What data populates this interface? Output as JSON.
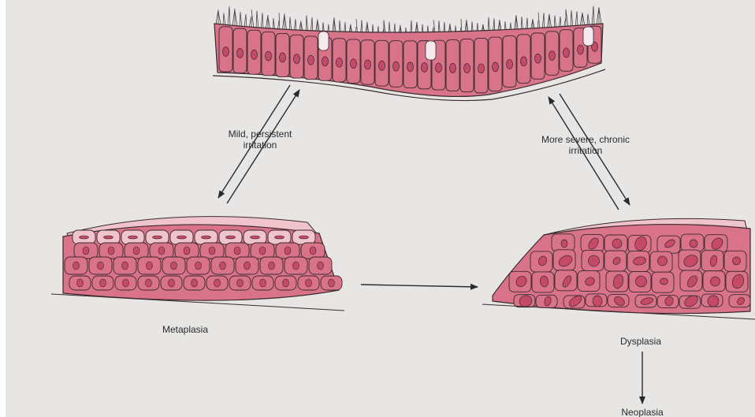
{
  "labels": {
    "mild_line1": "Mild, persistent",
    "mild_line2": "irritation",
    "severe_line1": "More severe, chronic",
    "severe_line2": "irritation",
    "metaplasia": "Metaplasia",
    "dysplasia": "Dysplasia",
    "neoplasia": "Neoplasia"
  },
  "colors": {
    "background": "#e7e6e4",
    "cell_fill": "#d9738a",
    "cell_light": "#f0c4cc",
    "nucleus": "#c44a68",
    "outline": "#3a2a2e",
    "arrow": "#2a2a2a"
  }
}
